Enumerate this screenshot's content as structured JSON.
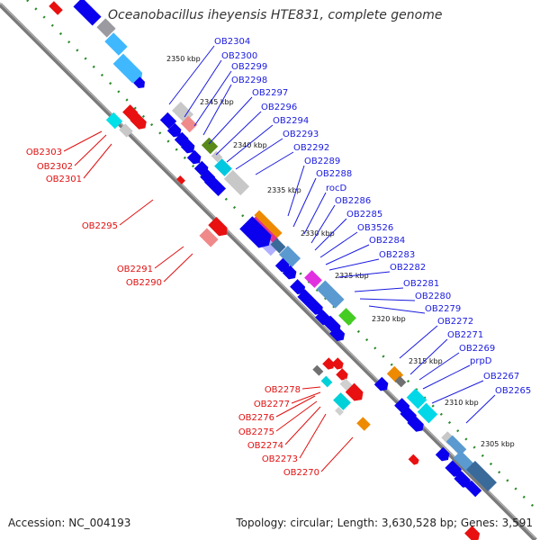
{
  "title": "Oceanobacillus iheyensis HTE831, complete genome",
  "footer": {
    "accession": "Accession: NC_004193",
    "topology": "Topology: circular; Length: 3,630,528 bp; Genes: 3,591"
  },
  "colors": {
    "forward": "#0a00ee",
    "reverse": "#ee0000",
    "backbone": "#888888",
    "tick": "#228b22"
  },
  "kbp_labels": [
    "2350 kbp",
    "2345 kbp",
    "2340 kbp",
    "2335 kbp",
    "2330 kbp",
    "2325 kbp",
    "2320 kbp",
    "2315 kbp",
    "2310 kbp",
    "2305 kbp"
  ],
  "forward_genes": [
    "OB2304",
    "OB2300",
    "OB2299",
    "OB2298",
    "OB2297",
    "OB2296",
    "OB2294",
    "OB2293",
    "OB2292",
    "OB2289",
    "OB2288",
    "rocD",
    "OB2286",
    "OB2285",
    "OB3526",
    "OB2284",
    "OB2283",
    "OB2282",
    "OB2281",
    "OB2280",
    "OB2279",
    "OB2272",
    "OB2271",
    "OB2269",
    "prpD",
    "OB2267",
    "OB2265"
  ],
  "reverse_genes": [
    "OB2303",
    "OB2302",
    "OB2301",
    "OB2295",
    "OB2291",
    "OB2290",
    "OB2278",
    "OB2277",
    "OB2276",
    "OB2275",
    "OB2274",
    "OB2273",
    "OB2270"
  ]
}
